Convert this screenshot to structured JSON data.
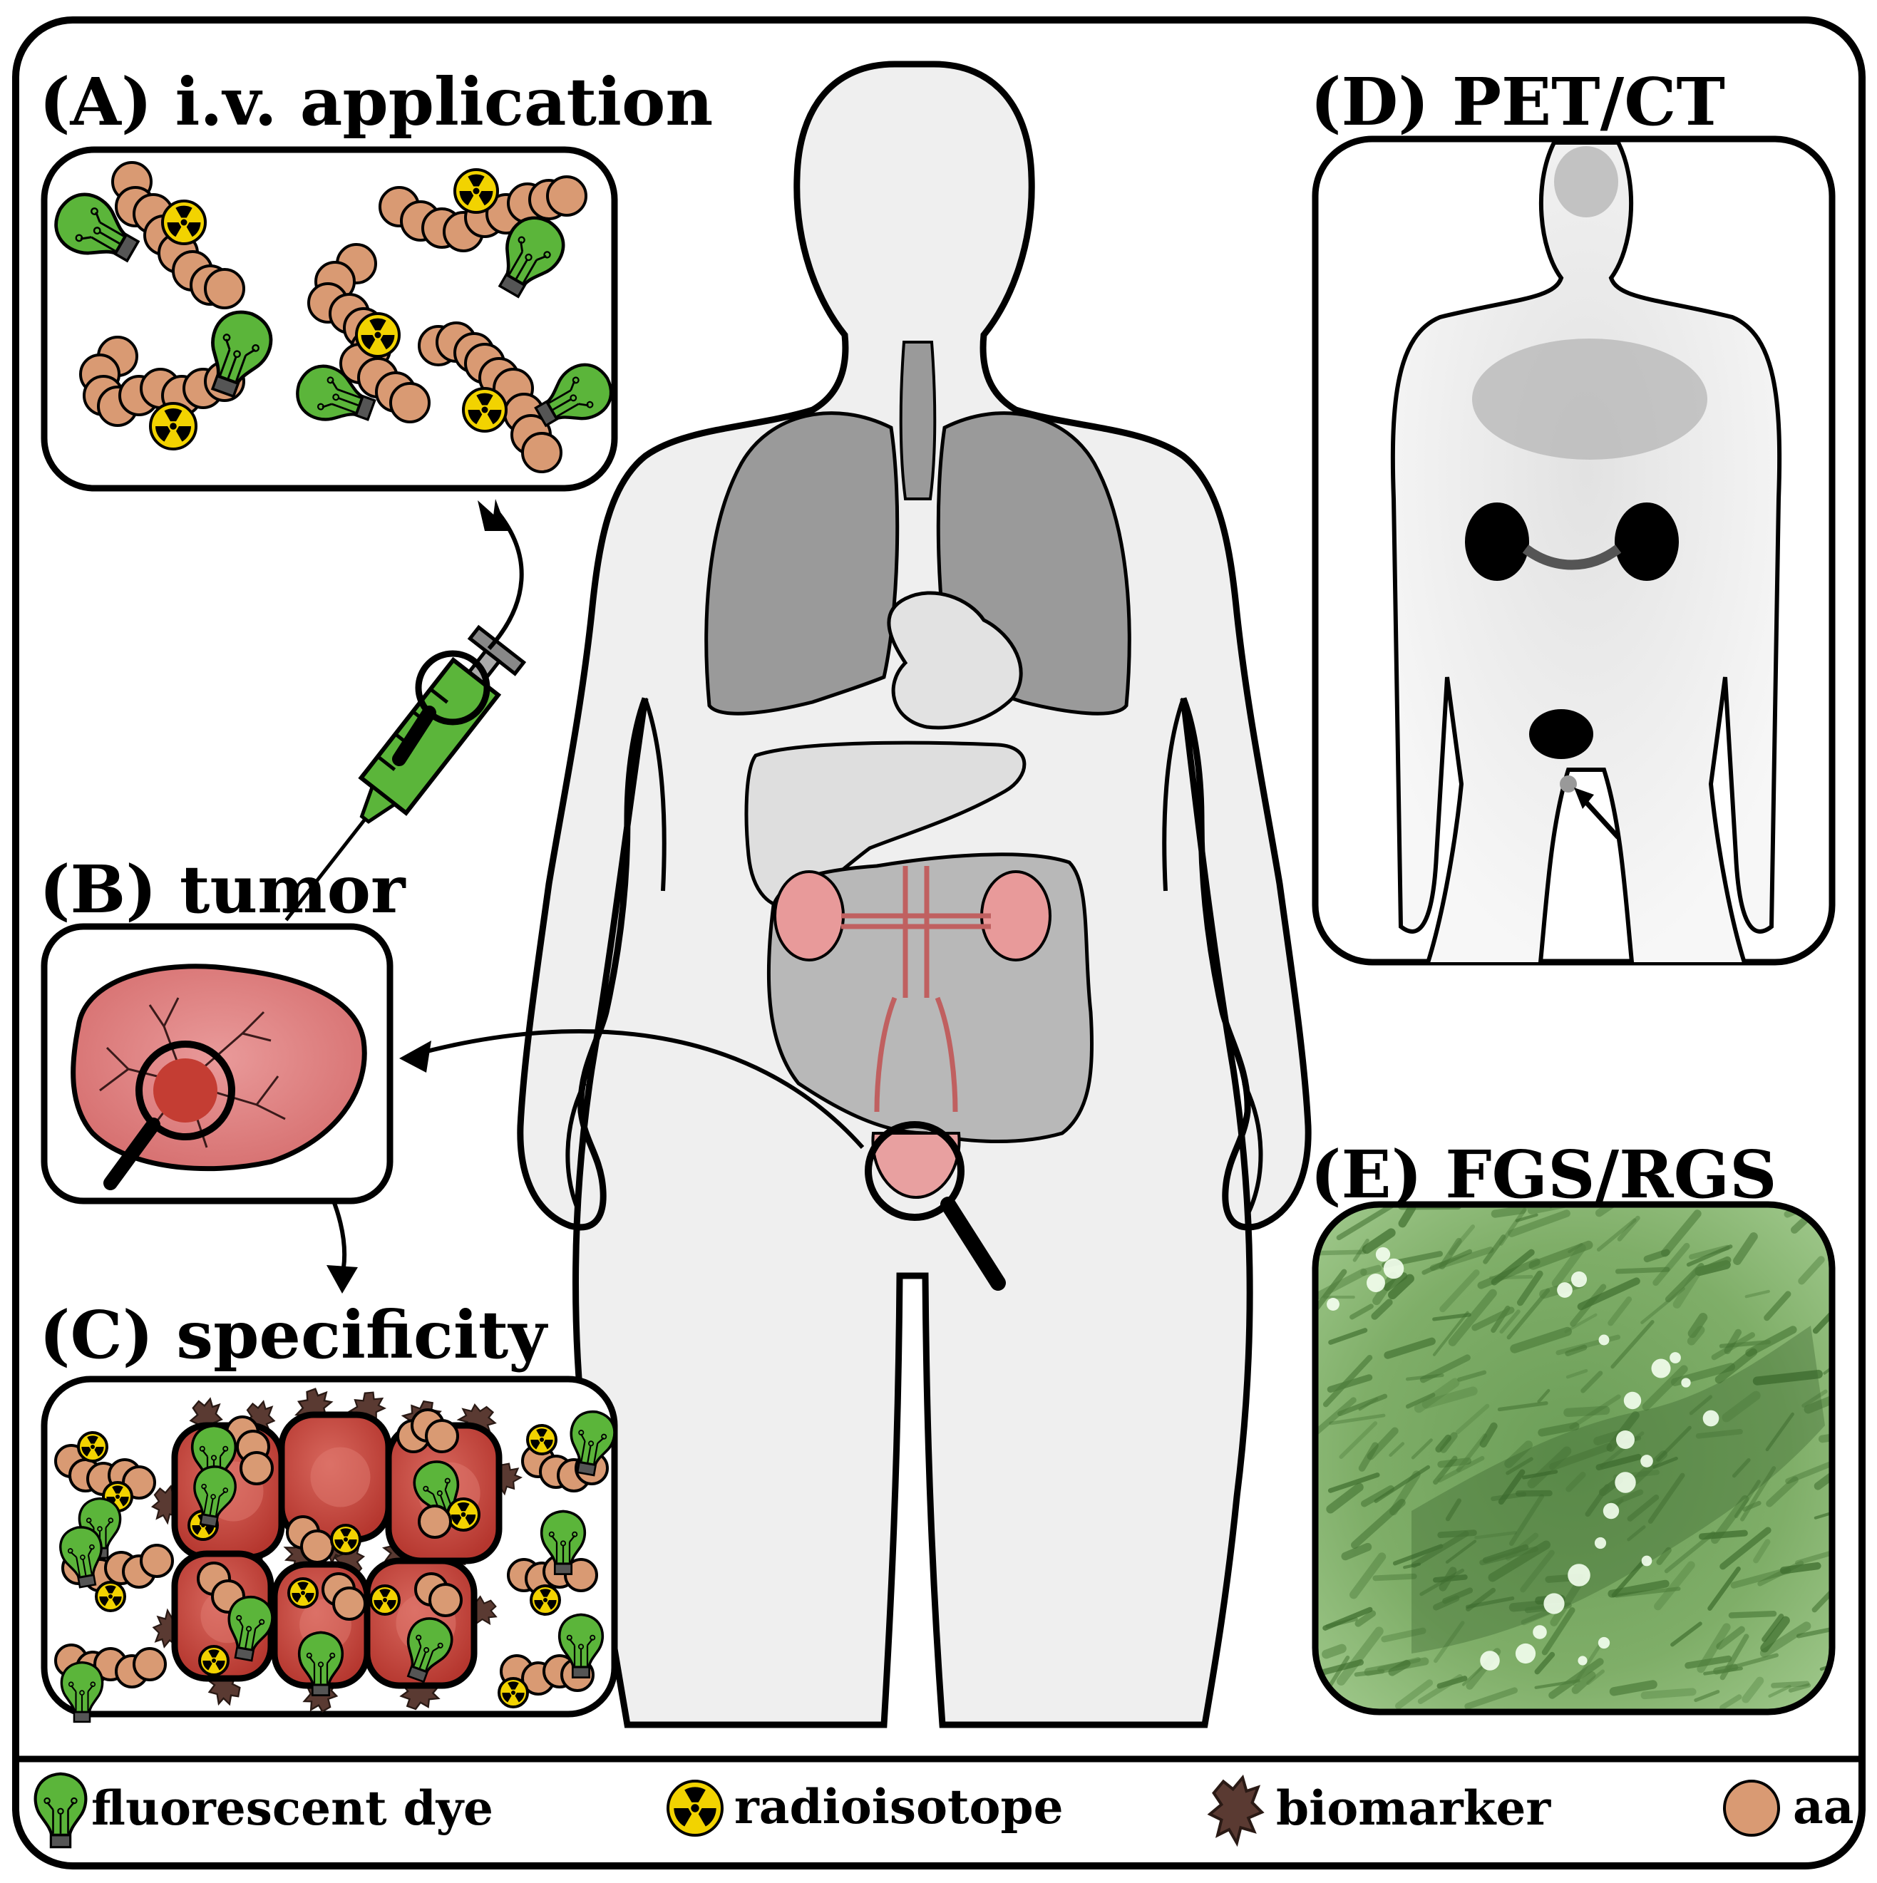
{
  "panels": {
    "a": {
      "title": "(A) i.v. application"
    },
    "b": {
      "title": "(B) tumor"
    },
    "c": {
      "title": "(C) specificity"
    },
    "d": {
      "title": "(D) PET/CT"
    },
    "e": {
      "title": "(E) FGS/RGS"
    }
  },
  "legend": {
    "items": [
      {
        "icon": "fluorescent-dye-icon",
        "label": "fluorescent dye"
      },
      {
        "icon": "radioisotope-icon",
        "label": "radioisotope"
      },
      {
        "icon": "biomarker-icon",
        "label": "biomarker"
      },
      {
        "icon": "amino-acid-icon",
        "label": "aa"
      }
    ]
  },
  "colors": {
    "dye_green": "#5bb53a",
    "radio_yellow": "#f2d300",
    "amino_acid": "#d99a73",
    "biomarker": "#5a3a32",
    "tumor_pink": "#e08585",
    "tumor_cell": "#c0433a",
    "organ_gray": "#9a9a9a",
    "body_fill": "#efefef",
    "kidney_pink": "#e89a9a",
    "fgs_green": "#7fae68"
  }
}
